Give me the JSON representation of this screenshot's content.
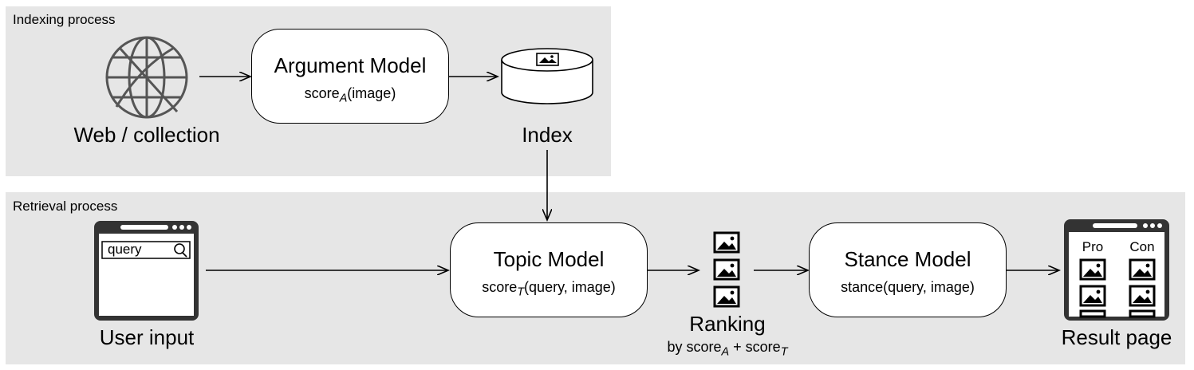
{
  "indexing": {
    "title": "Indexing process",
    "web_label": "Web / collection",
    "argument_model": {
      "name": "Argument Model",
      "score_prefix": "score",
      "score_sub": "A",
      "score_suffix": "(image)"
    },
    "index_label": "Index"
  },
  "retrieval": {
    "title": "Retrieval process",
    "query_text": "query",
    "user_input_label": "User input",
    "topic_model": {
      "name": "Topic Model",
      "score_prefix": "score",
      "score_sub": "T",
      "score_suffix": "(query, image)"
    },
    "ranking": {
      "label": "Ranking",
      "by_prefix": "by score",
      "sub_a": "A",
      "plus": " + score",
      "sub_t": "T"
    },
    "stance_model": {
      "name": "Stance Model",
      "score": "stance(query, image)"
    },
    "result_page": {
      "pro": "Pro",
      "con": "Con",
      "label": "Result page"
    }
  },
  "colors": {
    "panel": "#e6e6e6",
    "stroke": "#000000",
    "globe": "#555555",
    "browser_frame": "#333333"
  },
  "icons": [
    "globe-icon",
    "database-icon",
    "browser-window-icon",
    "search-icon",
    "image-icon"
  ]
}
